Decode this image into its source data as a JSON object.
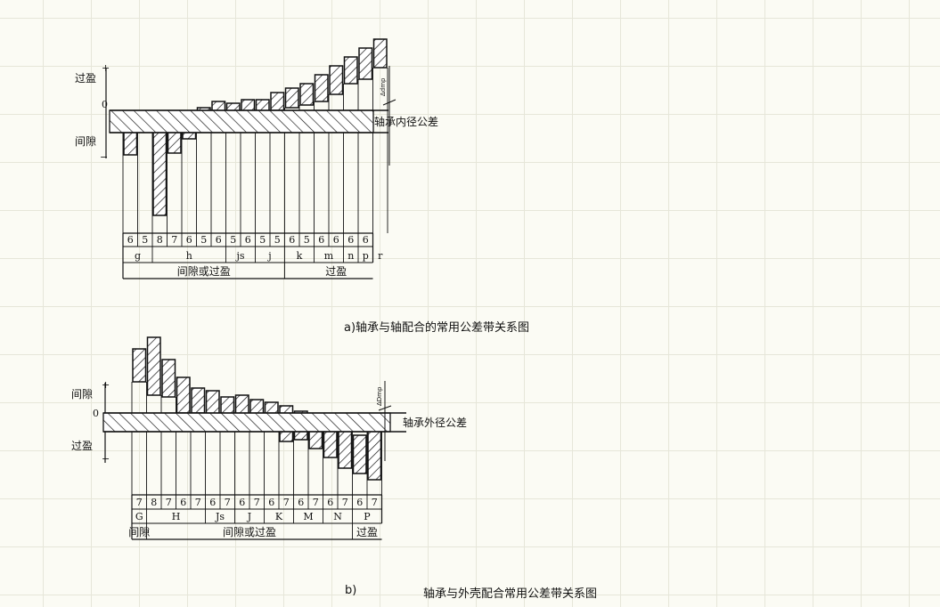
{
  "diagram_a": {
    "y_plus": "+",
    "y_minus": "−",
    "label_interference": "过盈",
    "label_zero": "0",
    "label_clearance": "间隙",
    "delta_label": "Δdmp",
    "tolerance_label": "轴承内径公差",
    "grade_numbers": [
      "6",
      "5",
      "8",
      "7",
      "6",
      "5",
      "6",
      "5",
      "6",
      "5",
      "5",
      "6",
      "5",
      "6",
      "6",
      "6",
      "6"
    ],
    "letter_groups": [
      {
        "label": "g",
        "cols": 2
      },
      {
        "label": "h",
        "cols": 5
      },
      {
        "label": "js",
        "cols": 2
      },
      {
        "label": "j",
        "cols": 2
      },
      {
        "label": "k",
        "cols": 2
      },
      {
        "label": "m",
        "cols": 2
      },
      {
        "label": "n",
        "cols": 1
      },
      {
        "label": "p",
        "cols": 1
      },
      {
        "label": "r",
        "cols": 1
      }
    ],
    "fit_groups": [
      {
        "label": "间隙或过盈",
        "cols": 11
      },
      {
        "label": "过盈",
        "cols": 7
      }
    ],
    "zones": [
      [
        -18,
        -50
      ],
      [
        -5,
        -22
      ],
      [
        -8,
        -118
      ],
      [
        -5,
        -48
      ],
      [
        -3,
        -32
      ],
      [
        3,
        -18
      ],
      [
        10,
        -18
      ],
      [
        8,
        -8
      ],
      [
        12,
        -12
      ],
      [
        12,
        -8
      ],
      [
        20,
        0
      ],
      [
        25,
        3
      ],
      [
        30,
        6
      ],
      [
        40,
        10
      ],
      [
        50,
        18
      ],
      [
        60,
        30
      ],
      [
        70,
        35
      ],
      [
        80,
        48
      ]
    ],
    "caption": "a)轴承与轴配合的常用公差带关系图"
  },
  "diagram_b": {
    "y_plus": "+",
    "y_minus": "−",
    "label_clearance": "间隙",
    "label_zero": "0",
    "label_interference": "过盈",
    "delta_label": "ΔDmp",
    "tolerance_label": "轴承外径公差",
    "grade_numbers": [
      "7",
      "8",
      "7",
      "6",
      "7",
      "6",
      "7",
      "6",
      "7",
      "6",
      "7",
      "6",
      "7",
      "6",
      "7",
      "6",
      "7"
    ],
    "letter_groups": [
      {
        "label": "G",
        "cols": 1
      },
      {
        "label": "H",
        "cols": 4
      },
      {
        "label": "Js",
        "cols": 2
      },
      {
        "label": "J",
        "cols": 2
      },
      {
        "label": "K",
        "cols": 2
      },
      {
        "label": "M",
        "cols": 2
      },
      {
        "label": "N",
        "cols": 2
      },
      {
        "label": "P",
        "cols": 2
      }
    ],
    "fit_groups": [
      {
        "label": "间隙",
        "cols": 1
      },
      {
        "label": "间隙或过盈",
        "cols": 14
      },
      {
        "label": "过盈",
        "cols": 2
      }
    ],
    "zones": [
      [
        72,
        35
      ],
      [
        85,
        20
      ],
      [
        60,
        18
      ],
      [
        40,
        0
      ],
      [
        28,
        0
      ],
      [
        25,
        -5
      ],
      [
        18,
        -3
      ],
      [
        20,
        -6
      ],
      [
        15,
        -13
      ],
      [
        12,
        -15
      ],
      [
        8,
        -32
      ],
      [
        2,
        -30
      ],
      [
        -5,
        -40
      ],
      [
        -10,
        -50
      ],
      [
        -18,
        -62
      ],
      [
        -25,
        -68
      ],
      [
        -18,
        -75
      ]
    ],
    "caption_prefix": "b)",
    "caption_text": "轴承与外壳配合常用公差带关系图"
  }
}
